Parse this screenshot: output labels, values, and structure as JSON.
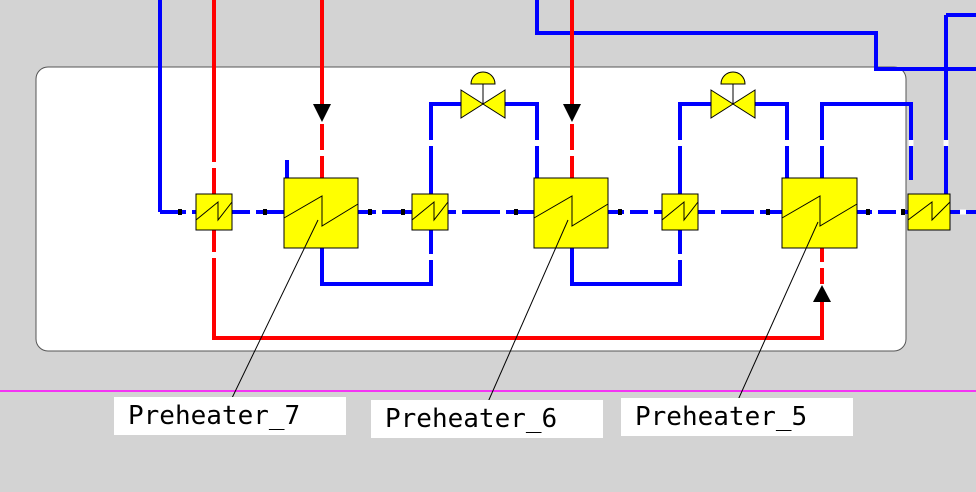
{
  "diagram": {
    "labels": {
      "preheater_7": "Preheater_7",
      "preheater_6": "Preheater_6",
      "preheater_5": "Preheater_5"
    },
    "colors": {
      "background": "#d3d3d3",
      "panel": "#ffffff",
      "steam_line": "#ff0000",
      "water_line": "#0000ff",
      "equipment": "#ffff00",
      "reference_line": "#ff00ff"
    }
  }
}
